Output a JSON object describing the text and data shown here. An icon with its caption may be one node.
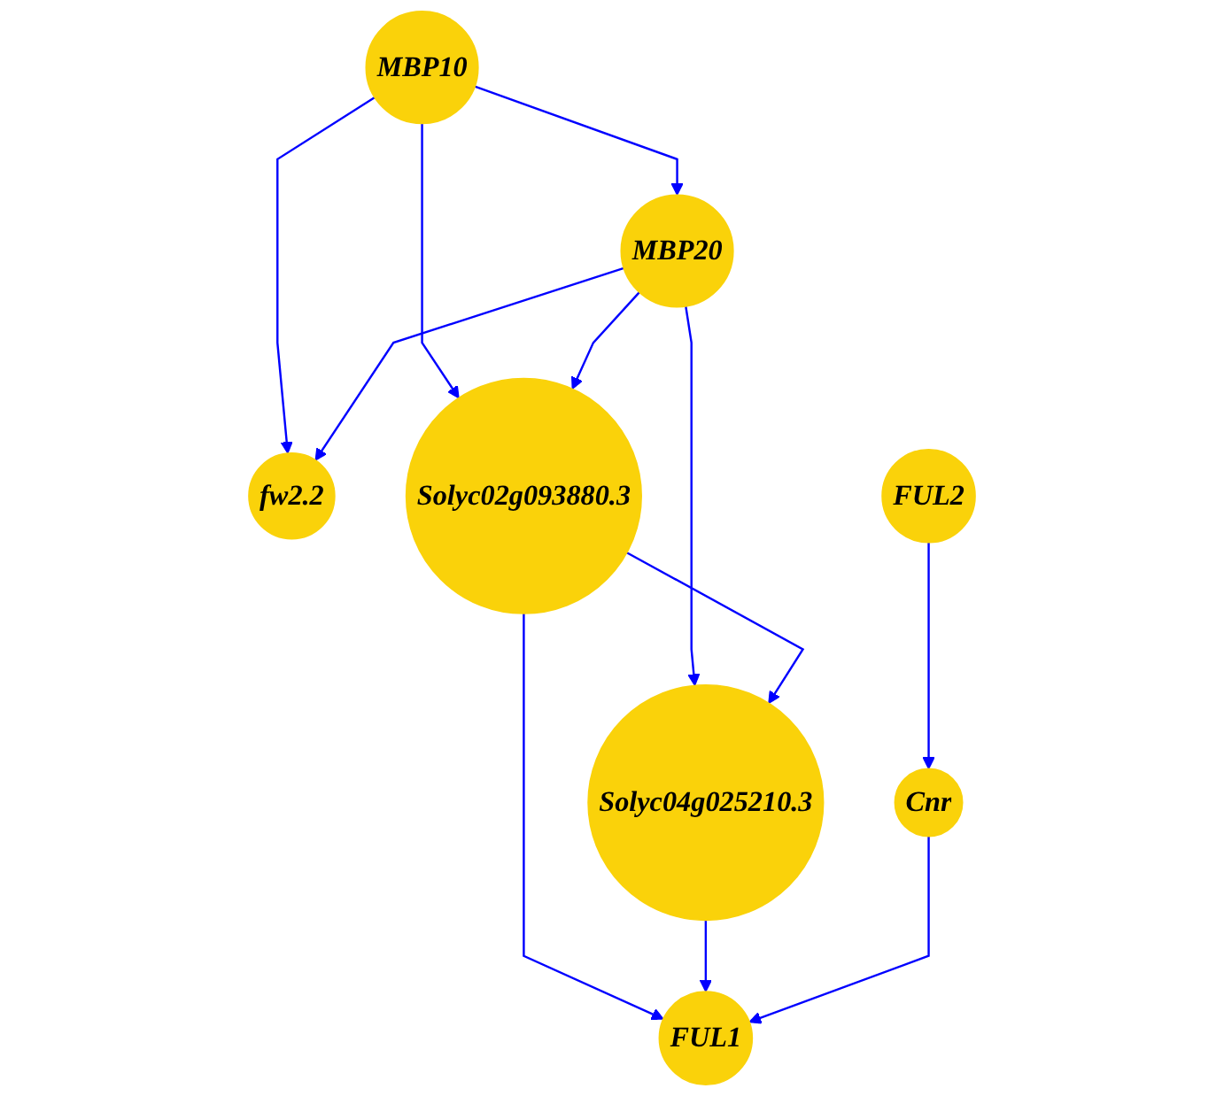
{
  "diagram": {
    "nodes": [
      {
        "text": [
          "fw2.2"
        ]
      },
      {
        "text": [
          "MBP10"
        ]
      },
      {
        "text": [
          "MBP20"
        ]
      },
      {
        "text": [
          "Solyc02g093880.3"
        ]
      },
      {
        "text": [
          "Solyc04g025210.3"
        ]
      },
      {
        "text": [
          "FUL1"
        ]
      },
      {
        "text": [
          "Cnr"
        ]
      },
      {
        "text": [
          "FUL2"
        ]
      }
    ],
    "edges": [
      {
        "from": 1,
        "to": 0,
        "arrow": "to"
      },
      {
        "from": 2,
        "to": 0,
        "arrow": "to"
      },
      {
        "from": 1,
        "to": 2,
        "arrow": "to"
      },
      {
        "from": 1,
        "to": 3,
        "arrow": "to"
      },
      {
        "from": 2,
        "to": 3,
        "arrow": "to"
      },
      {
        "from": 2,
        "to": 4,
        "arrow": "to"
      },
      {
        "from": 3,
        "to": 4,
        "arrow": "to"
      },
      {
        "from": 3,
        "to": 5,
        "arrow": "to"
      },
      {
        "from": 4,
        "to": 5,
        "arrow": "to"
      },
      {
        "from": 6,
        "to": 5,
        "arrow": "to"
      },
      {
        "from": 7,
        "to": 6,
        "arrow": "to"
      }
    ]
  }
}
